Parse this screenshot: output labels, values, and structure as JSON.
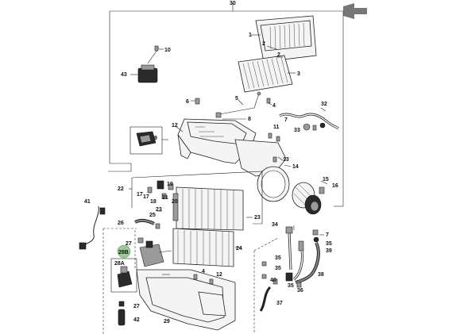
{
  "assembly_label": "30",
  "highlight_label": "28B",
  "labels": {
    "l1": "1",
    "l2a": "2",
    "l2b": "2",
    "l3": "3",
    "l4": "4",
    "l5": "5",
    "l6": "6",
    "l7": "7",
    "l8": "8",
    "l9": "9",
    "l10": "10",
    "l11": "11",
    "l12a": "12",
    "l12b": "12",
    "l13": "13",
    "l14": "14",
    "l15": "15",
    "l16": "16",
    "l17a": "17",
    "l17b": "17",
    "l18": "18",
    "l19": "19",
    "l20": "20",
    "l21": "21",
    "l22": "22",
    "l23a": "23",
    "l23b": "23",
    "l24": "24",
    "l25": "25",
    "l26": "26",
    "l27a": "27",
    "l27b": "27",
    "l28a": "28A",
    "l29": "29",
    "l32": "32",
    "l33": "33",
    "l34": "34",
    "l35a": "35",
    "l35b": "35",
    "l35c": "35",
    "l35d": "35",
    "l36": "36",
    "l37": "37",
    "l38": "38",
    "l39": "39",
    "l40": "40",
    "l41": "41",
    "l42": "42",
    "l43": "43"
  },
  "colors": {
    "arrow": "#777777",
    "highlight": "#9dc99a",
    "line": "#222222"
  }
}
